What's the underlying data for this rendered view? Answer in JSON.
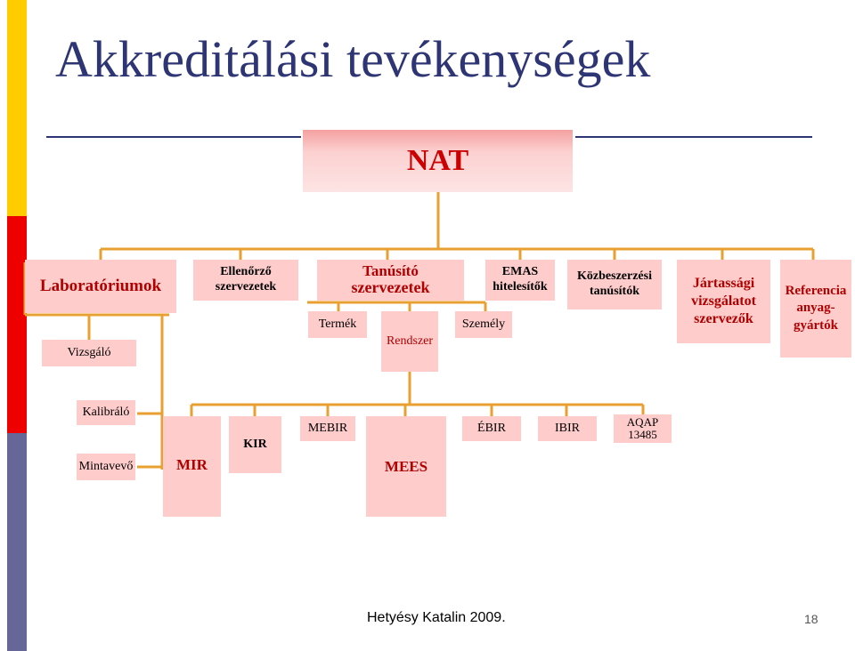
{
  "title": "Akkreditálási tevékenységek",
  "root": "NAT",
  "level1": {
    "laboratoriumok": "Laboratóriumok",
    "ellenorzo": [
      "Ellenőrző",
      "szervezetek"
    ],
    "tanusito": [
      "Tanúsító",
      "szervezetek"
    ],
    "emas": [
      "EMAS",
      "hitelesítők"
    ],
    "kozbeszerzesi": [
      "Közbeszerzési",
      "tanúsítók"
    ],
    "jartassagi": [
      "Jártassági",
      "vizsgálatot",
      "szervezők"
    ],
    "referencia": [
      "Referencia",
      "anyag-",
      "gyártók"
    ]
  },
  "tanusito_children": [
    "Termék",
    "Rendszer",
    "Személy"
  ],
  "lab_children": [
    "Vizsgáló",
    "Kalibráló",
    "Mintavevő"
  ],
  "level3": [
    "MIR",
    "KIR",
    "MEBIR",
    "MEES",
    "ÉBIR",
    "IBIR",
    [
      "AQAP",
      "13485"
    ]
  ],
  "footer": {
    "author": "Hetyésy Katalin 2009.",
    "page": "18"
  },
  "colors": {
    "stripe_yellow": "#ffcc00",
    "stripe_red": "#ee0000",
    "stripe_blue": "#666699",
    "box_fill": "#ffcccc",
    "connector": "#e8a030",
    "title": "#2e3574",
    "box_text": "#b00000"
  }
}
